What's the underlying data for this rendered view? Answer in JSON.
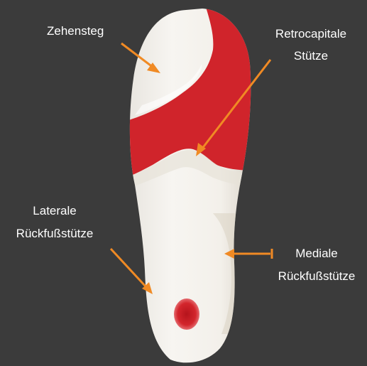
{
  "labels": {
    "zehensteg": "Zehensteg",
    "retrocapitale_line1": "Retrocapitale",
    "retrocapitale_line2": "Stütze",
    "laterale_line1": "Laterale",
    "laterale_line2": "Rückfußstütze",
    "mediale_line1": "Mediale",
    "mediale_line2": "Rückfußstütze"
  },
  "colors": {
    "background": "#3b3b3b",
    "insole_white": "#f4f1ec",
    "pad_red": "#d0242b",
    "arrow_orange": "#f08a24",
    "text": "#ffffff"
  }
}
